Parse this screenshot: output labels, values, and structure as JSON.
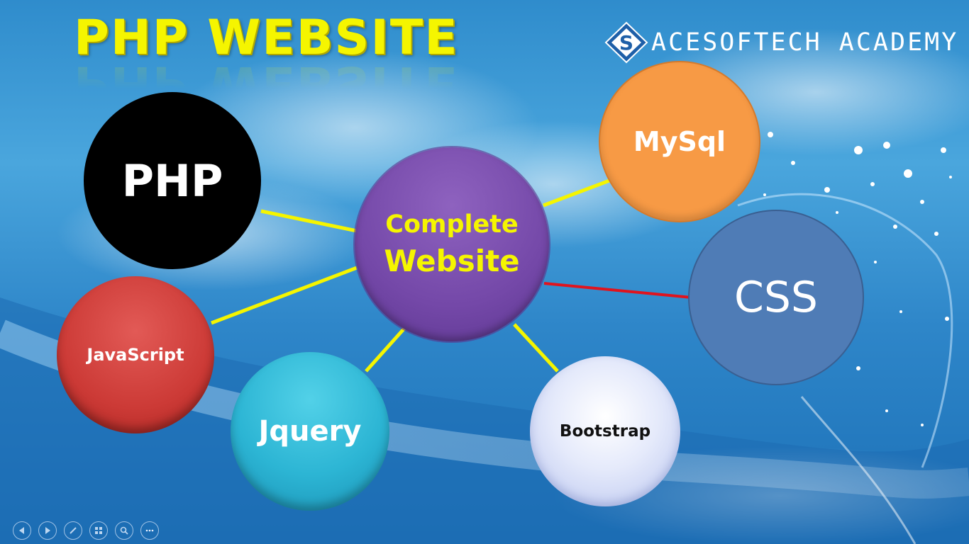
{
  "slide": {
    "title": "PHP WEBSITE",
    "brand": "ACESOFTECH ACADEMY",
    "brand_logo_letter": "S"
  },
  "nodes": {
    "php": "PHP",
    "center_line1": "Complete",
    "center_line2": "Website",
    "mysql": "MySql",
    "css": "CSS",
    "javascript": "JavaScript",
    "jquery": "Jquery",
    "bootstrap": "Bootstrap"
  },
  "colors": {
    "title": "#f5f500",
    "php": "#000000",
    "center": "#7448a8",
    "mysql": "#f79a45",
    "css": "#4f7cb6",
    "javascript": "#cc3a36",
    "jquery": "#2cb5d4",
    "bootstrap": "#e5eafb",
    "connector": "#f5f500",
    "connector_css": "#e0141e"
  },
  "toolbar": {
    "icons": [
      "previous-icon",
      "next-icon",
      "pen-icon",
      "slides-grid-icon",
      "zoom-icon",
      "more-icon"
    ]
  }
}
